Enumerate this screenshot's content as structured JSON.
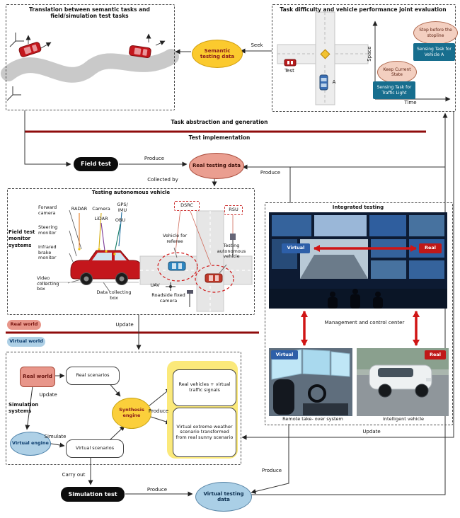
{
  "labels": {
    "produce": "Produce",
    "update": "Update",
    "seek": "Seek",
    "collected_by": "Collected by",
    "simulate": "Simulate",
    "carry_out": "Carry out",
    "task_abstraction": "Task abstraction and generation",
    "test_implementation": "Test implementation"
  },
  "translation_box": {
    "title": "Translation between semantic tasks and field/simulation test tasks"
  },
  "evaluation_box": {
    "title": "Task difficulty and vehicle performance joint evaluation",
    "space_axis": "Space",
    "time_axis": "Time",
    "test_label": "Test",
    "vehicle_a_label": "A",
    "stop_oval": "Stop before the stopline",
    "keep_oval": "Keep Current State",
    "sensing_vehicle": "Sensing Task for Vehicle A",
    "sensing_light": "Sensing Task for Traffic Light"
  },
  "ovals": {
    "semantic": "Semantic testing data",
    "real_data": "Real testing data",
    "virtual_data": "Virtual testing data"
  },
  "field_test": "Field test",
  "simulation_test": "Simulation test",
  "testing_vehicle_box": {
    "title": "Testing autonomous vehicle",
    "side_label": "Field test monitor systems",
    "sensors_top": [
      "RADAR",
      "Camera",
      "GPS/ IMU",
      "LiDAR",
      "OBU"
    ],
    "monitor_items": [
      "Forward camera",
      "Steering monitor",
      "Infrared brake monitor",
      "Video collecting box"
    ],
    "data_box": "Data collecting box",
    "dsrc": "DSRC",
    "rsu": "RSU",
    "referee": "Vehicle for referee",
    "test_vehicle": "Testing autonomous vehicle",
    "uav": "UAV",
    "roadside": "Roadside fixed camera"
  },
  "integrated_box": {
    "title": "Integrated testing",
    "virtual": "Virtual",
    "real": "Real",
    "control_center": "Management and control center",
    "remote": "Remote take- over system",
    "vehicle": "Intelligent vehicle"
  },
  "world_divider": {
    "real": "Real world",
    "virtual": "Virtual world"
  },
  "simulation_box": {
    "side_label": "Simulation systems",
    "real_world": "Real world",
    "real_scenarios": "Real scenarios",
    "virtual_engine": "Virtual engine",
    "virtual_scenarios": "Virtual scenarios",
    "synthesis_engine": "Synthesis engine",
    "yellow_item1": "Real vehicles + virtual traffic signals",
    "yellow_item2": "Virtual extreme weather scenario transformed from real sunny scenario"
  },
  "colors": {
    "divider_red": "#8f0b0b",
    "arrow_red": "#d01515",
    "semantic_yellow": "#fbca2e",
    "real_salmon": "#ea9e90",
    "virtual_blue": "#aacfe6",
    "teal_box": "#176e8e",
    "yellow_container": "#fbe97a",
    "black_pill": "#0c0c0c"
  }
}
